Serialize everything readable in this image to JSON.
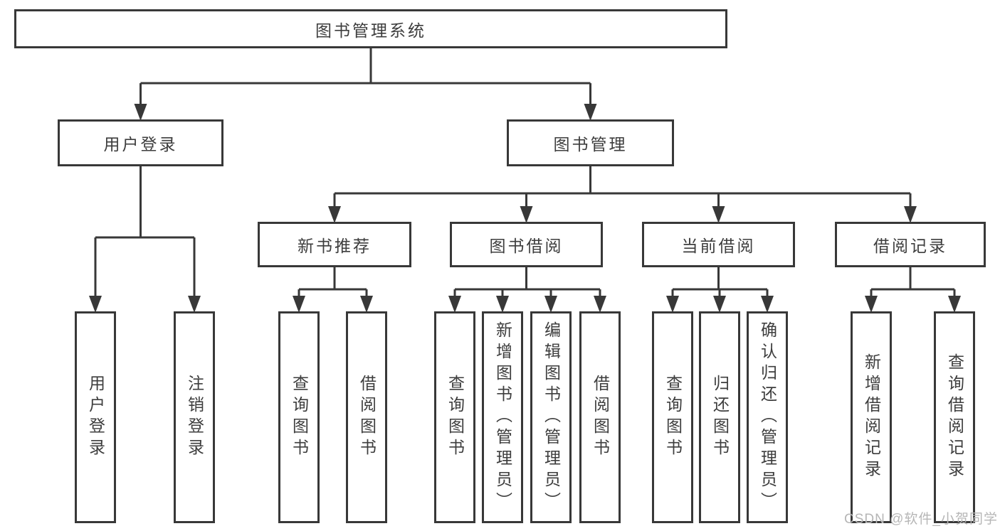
{
  "diagram": {
    "root": {
      "label": "图书管理系统"
    },
    "branches": [
      {
        "label": "用户登录",
        "children": [
          "用户登录",
          "注销登录"
        ]
      },
      {
        "label": "图书管理",
        "modules": [
          {
            "label": "新书推荐",
            "children": [
              "查询图书",
              "借阅图书"
            ]
          },
          {
            "label": "图书借阅",
            "children": [
              "查询图书",
              "新增图书（管理员）",
              "编辑图书（管理员）",
              "借阅图书"
            ]
          },
          {
            "label": "当前借阅",
            "children": [
              "查询图书",
              "归还图书",
              "确认归还（管理员）"
            ]
          },
          {
            "label": "借阅记录",
            "children": [
              "新增借阅记录",
              "查询借阅记录"
            ]
          }
        ]
      }
    ]
  },
  "watermark": {
    "text": "CSDN @软件_小贺同学"
  },
  "colors": {
    "line": "#383838",
    "text": "#3d3d3d",
    "watermark": "#b6b6b6",
    "background": "#ffffff"
  }
}
